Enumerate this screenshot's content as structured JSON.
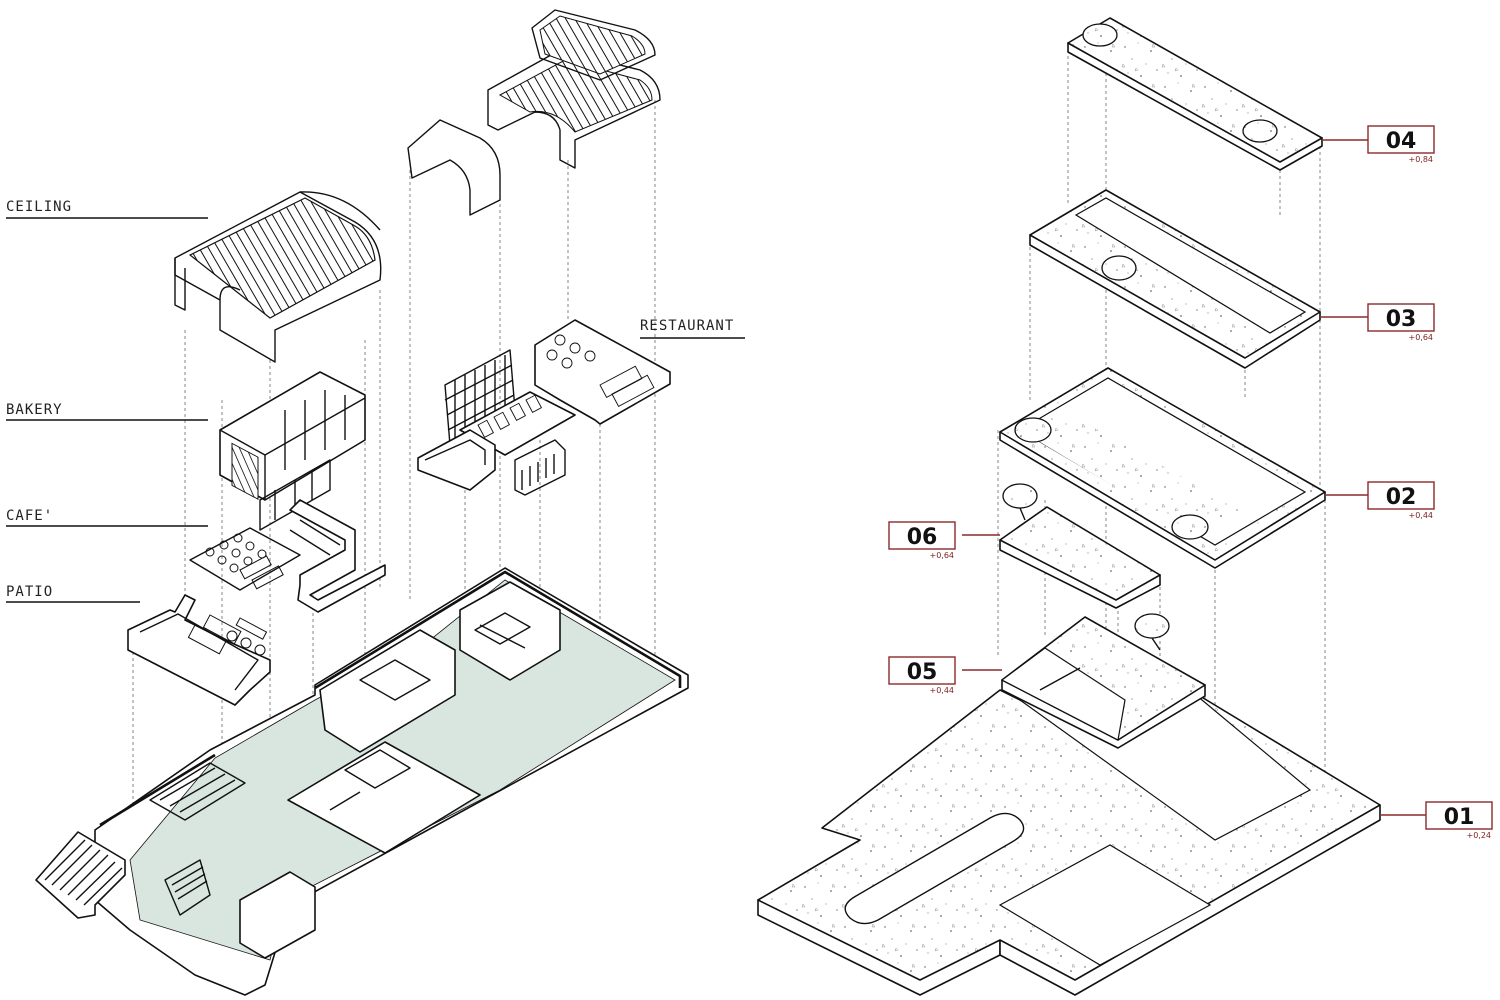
{
  "labels": {
    "ceiling": "CEILING",
    "bakery": "BAKERY",
    "cafe": "CAFE'",
    "patio": "PATIO",
    "restaurant": "RESTAURANT"
  },
  "levels": [
    {
      "number": "04",
      "elevation": "+0,84"
    },
    {
      "number": "03",
      "elevation": "+0,64"
    },
    {
      "number": "02",
      "elevation": "+0,44"
    },
    {
      "number": "06",
      "elevation": "+0,64"
    },
    {
      "number": "05",
      "elevation": "+0,44"
    },
    {
      "number": "01",
      "elevation": "+0,24"
    }
  ],
  "colors": {
    "badge_border": "#8c2a2a",
    "elevation_text": "#7a1f1f",
    "floor_tint": "#d9e6df",
    "line": "#111111"
  }
}
